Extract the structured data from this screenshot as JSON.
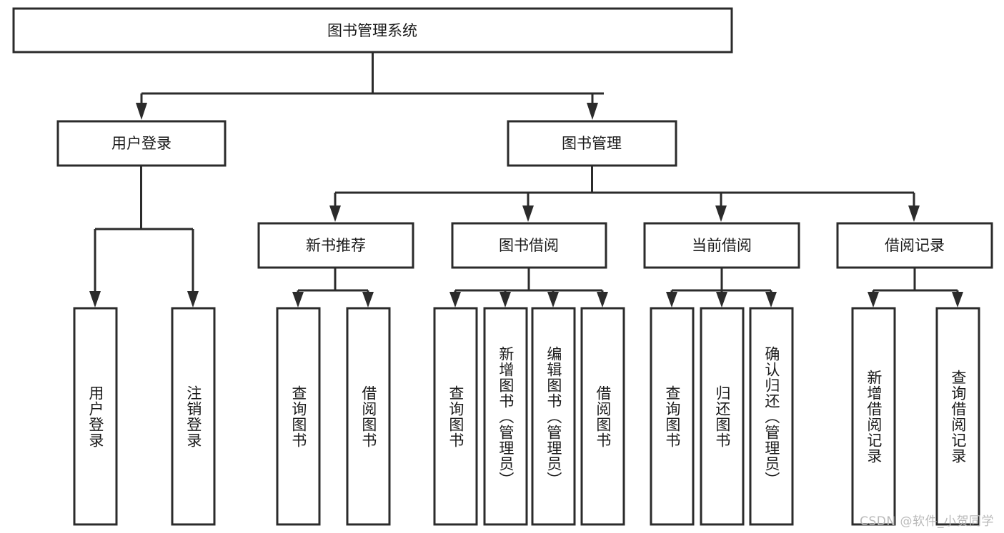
{
  "diagram": {
    "type": "tree-hierarchy",
    "title": "图书管理系统",
    "watermark": "CSDN @软件_小贺同学",
    "colors": {
      "box_stroke": "#2b2b2b",
      "box_fill": "#ffffff",
      "text": "#1a1a1a",
      "background": "#ffffff",
      "watermark": "#b9b9b9"
    },
    "levels": {
      "root": {
        "label": "图书管理系统"
      },
      "level2": [
        {
          "label": "用户登录"
        },
        {
          "label": "图书管理"
        }
      ],
      "level3": [
        {
          "label": "新书推荐",
          "parent": "图书管理"
        },
        {
          "label": "图书借阅",
          "parent": "图书管理"
        },
        {
          "label": "当前借阅",
          "parent": "图书管理"
        },
        {
          "label": "借阅记录",
          "parent": "图书管理"
        }
      ],
      "leaves": [
        {
          "label": "用户登录",
          "parent": "用户登录"
        },
        {
          "label": "注销登录",
          "parent": "用户登录"
        },
        {
          "label": "查询图书",
          "parent": "新书推荐"
        },
        {
          "label": "借阅图书",
          "parent": "新书推荐"
        },
        {
          "label": "查询图书",
          "parent": "图书借阅"
        },
        {
          "label": "新增图书（管理员）",
          "parent": "图书借阅"
        },
        {
          "label": "编辑图书（管理员）",
          "parent": "图书借阅"
        },
        {
          "label": "借阅图书",
          "parent": "图书借阅"
        },
        {
          "label": "查询图书",
          "parent": "当前借阅"
        },
        {
          "label": "归还图书",
          "parent": "当前借阅"
        },
        {
          "label": "确认归还（管理员）",
          "parent": "当前借阅"
        },
        {
          "label": "新增借阅记录",
          "parent": "借阅记录"
        },
        {
          "label": "查询借阅记录",
          "parent": "借阅记录"
        }
      ]
    }
  }
}
